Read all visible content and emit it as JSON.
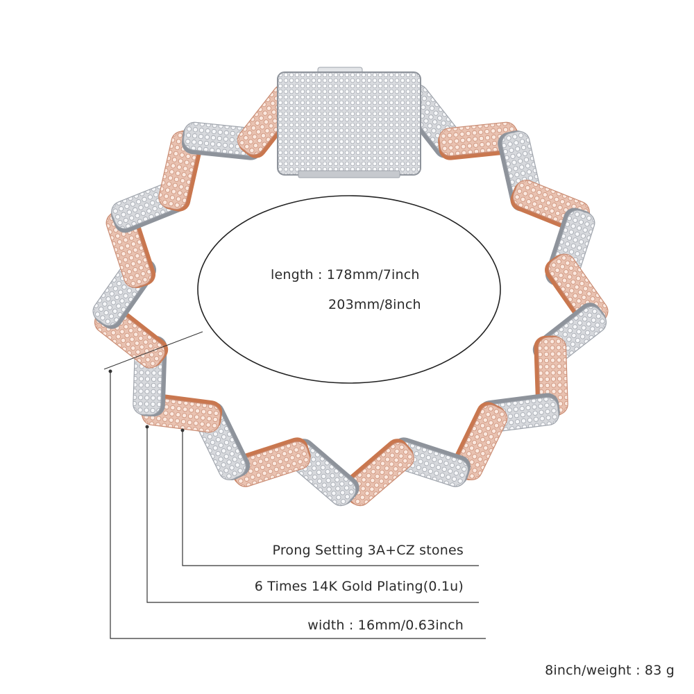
{
  "labels": {
    "length_line1": "length : 178mm/7inch",
    "length_line2": "203mm/8inch",
    "setting": "Prong Setting 3A+CZ stones",
    "plating": "6 Times  14K  Gold  Plating(0.1u)",
    "width": "width : 16mm/0.63inch",
    "weight": "8inch/weight : 83 g"
  },
  "colors": {
    "silver_link": "#c9ccd1",
    "rose_link": "#e7b5a0",
    "rose_edge": "#c9774f",
    "silver_edge": "#8e939b",
    "line": "#333333"
  }
}
